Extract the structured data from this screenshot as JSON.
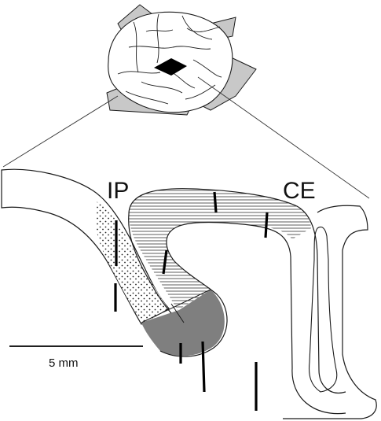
{
  "labels": {
    "region_ip": "IP",
    "region_ce": "CE",
    "scale_bar": "5 mm"
  },
  "colors": {
    "outline": "#1a1a1a",
    "dark_fill": "#7f7f7f",
    "tab_fill": "#c8c8c8",
    "hatch": "#333333",
    "stipple": "#222222"
  }
}
